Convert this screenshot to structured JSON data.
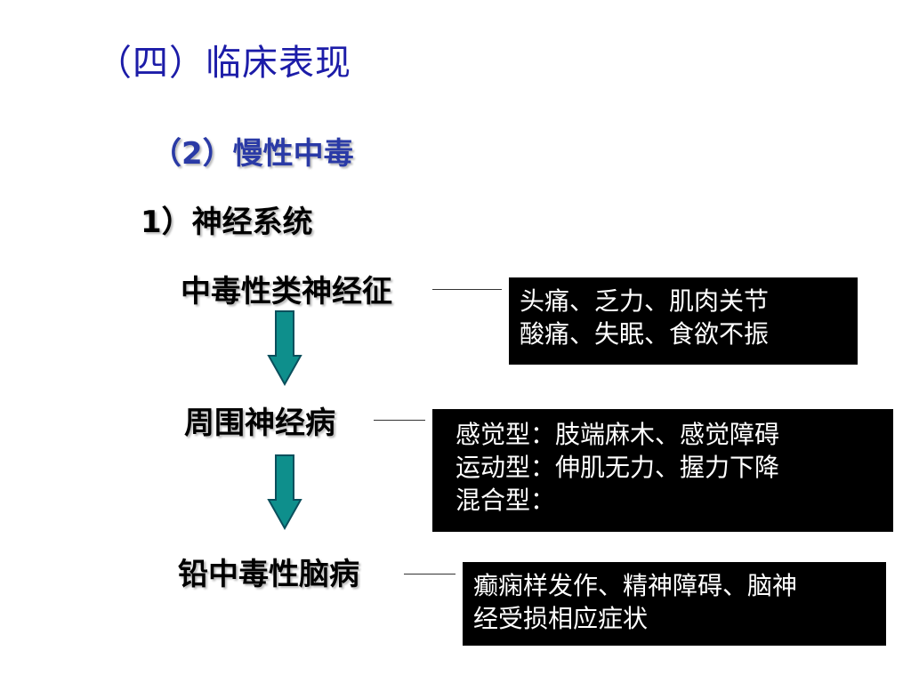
{
  "title": "（四）临床表现",
  "subtitle": "（2）慢性中毒",
  "section": "1）神经系统",
  "flow": {
    "nodes": [
      {
        "label": "中毒性类神经征"
      },
      {
        "label": "周围神经病"
      },
      {
        "label": "铅中毒性脑病"
      }
    ],
    "boxes": [
      {
        "lines": [
          "头痛、乏力、肌肉关节",
          "酸痛、失眠、食欲不振"
        ]
      },
      {
        "lines": [
          "感觉型：肢端麻木、感觉障碍",
          "运动型：伸肌无力、握力下降",
          "混合型："
        ]
      },
      {
        "lines": [
          "癫痫样发作、精神障碍、脑神",
          "经受损相应症状"
        ]
      }
    ],
    "arrow_color": "#0e8f8c",
    "arrow_outline": "#0a4f5c"
  }
}
